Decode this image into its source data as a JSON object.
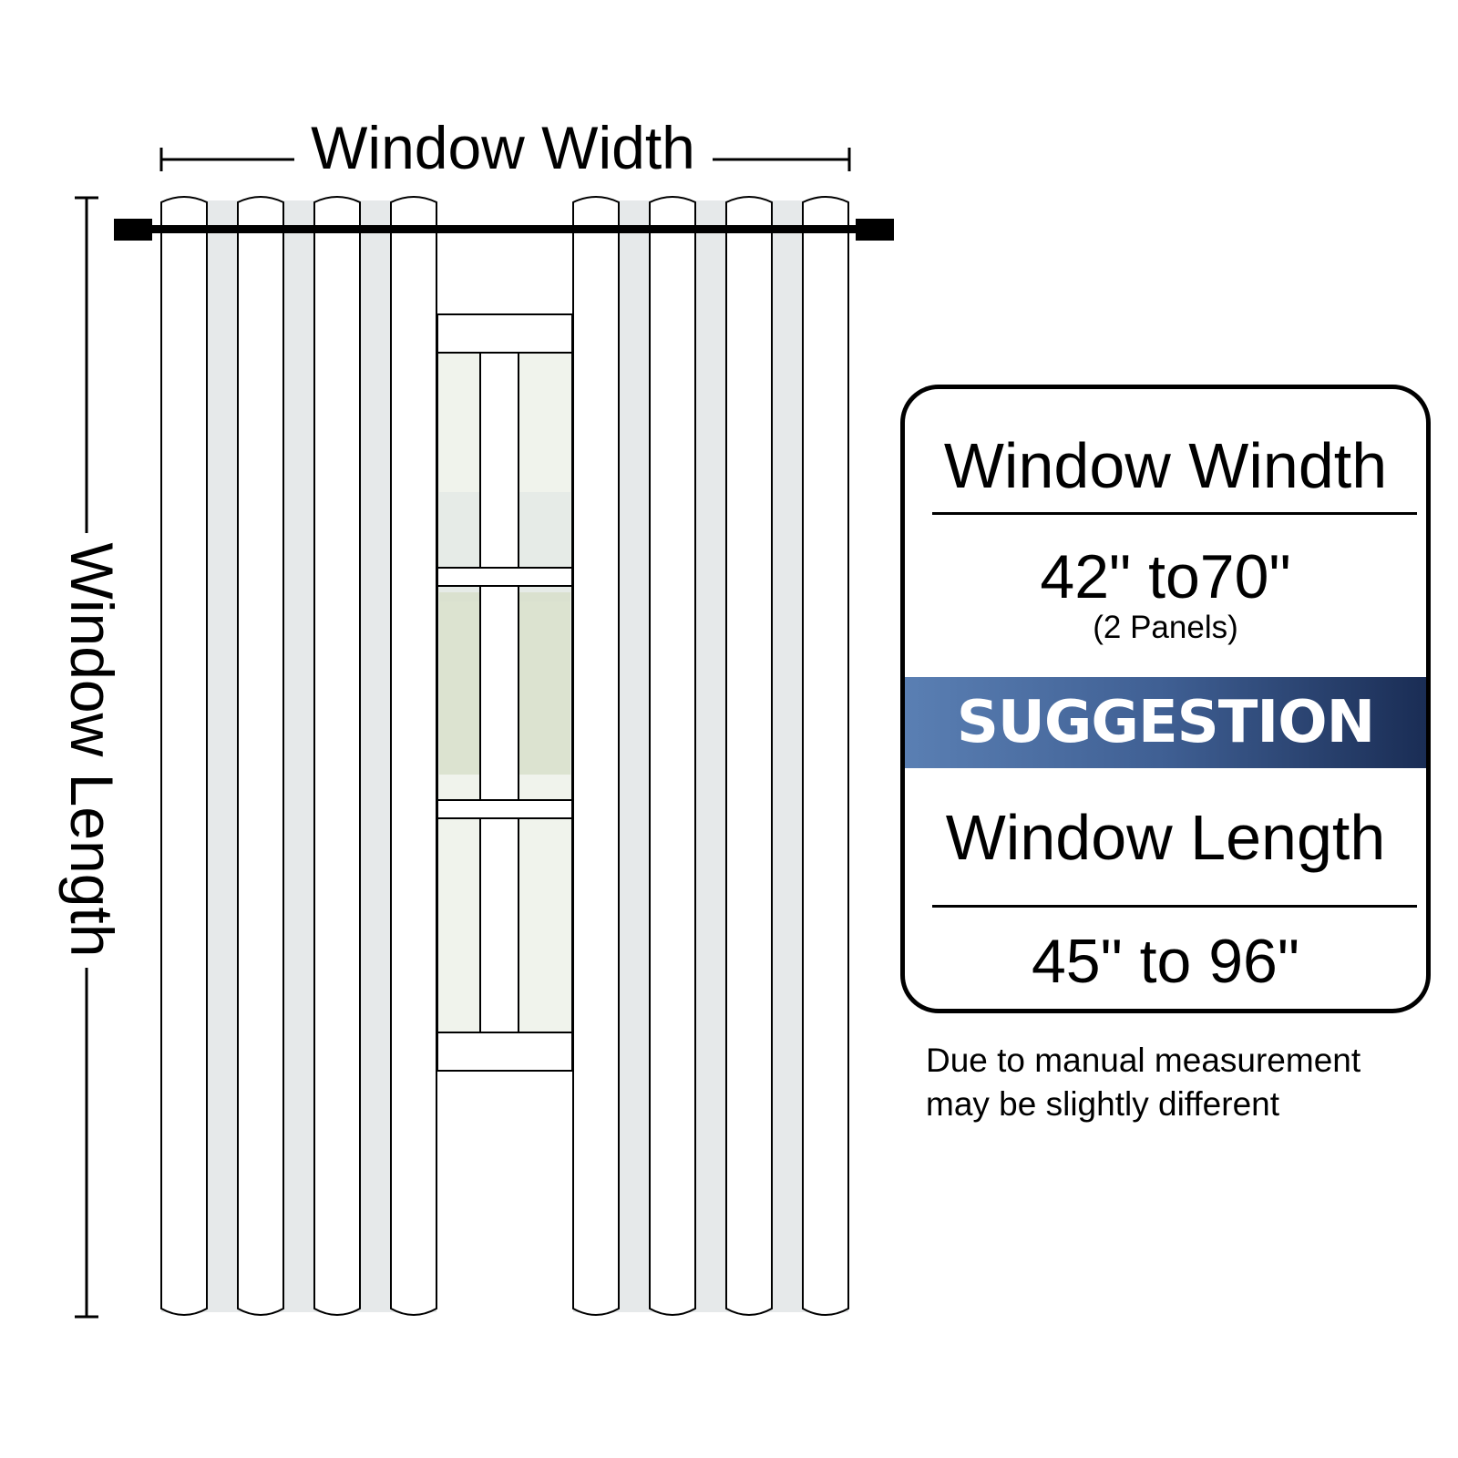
{
  "diagram": {
    "width_label": "Window Width",
    "length_label": "Window Length"
  },
  "suggestion_panel": {
    "width_heading": "Window Windth",
    "width_value": "42\" to70\"",
    "width_note": "(2 Panels)",
    "banner": "SUGGESTION",
    "length_heading": "Window Length",
    "length_value": "45\" to 96\""
  },
  "disclaimer": {
    "line1": "Due to manual measurement",
    "line2": "may be slightly different"
  },
  "colors": {
    "outline": "#000000",
    "gap_shade": "#e6e9ea",
    "banner_start": "#5a7fb3",
    "banner_end": "#1a2d55"
  }
}
